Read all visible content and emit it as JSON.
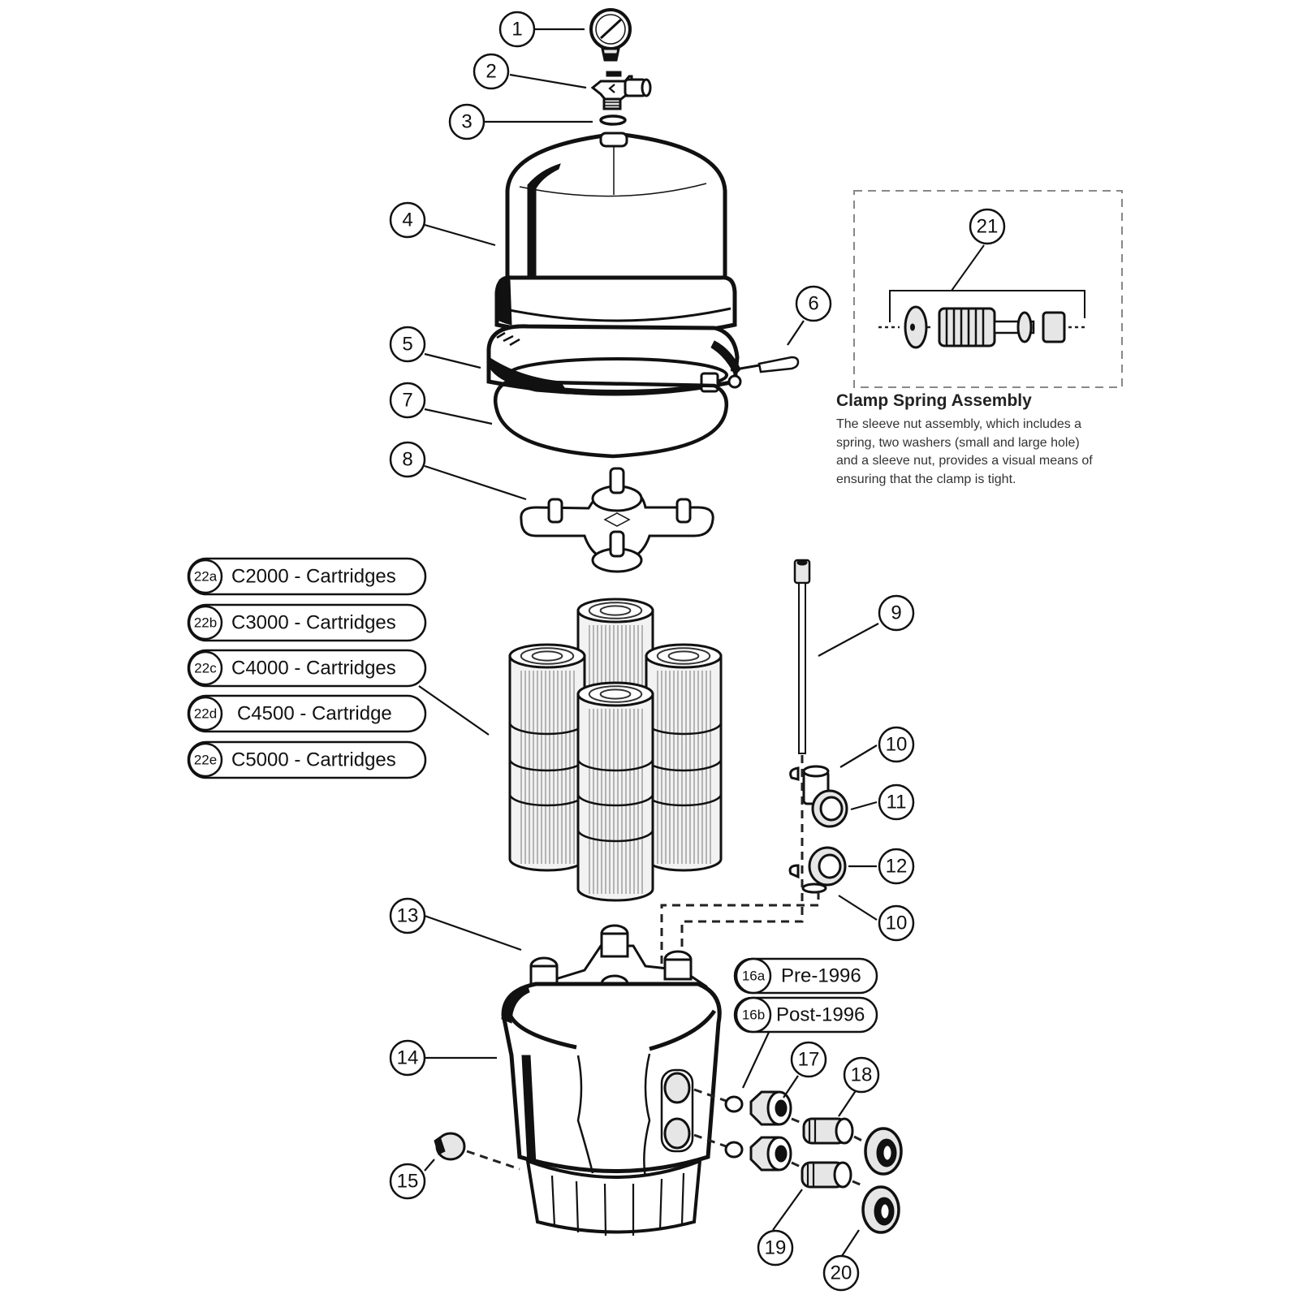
{
  "diagram": {
    "type": "exploded-parts-diagram",
    "subject": "Cartridge pool filter assembly",
    "callouts": [
      {
        "id": "1",
        "part": "pressure-gauge"
      },
      {
        "id": "2",
        "part": "air-relief-valve"
      },
      {
        "id": "3",
        "part": "o-ring"
      },
      {
        "id": "4",
        "part": "tank-lid"
      },
      {
        "id": "5",
        "part": "clamp-band"
      },
      {
        "id": "6",
        "part": "clamp-bolt"
      },
      {
        "id": "7",
        "part": "tank-o-ring"
      },
      {
        "id": "8",
        "part": "cartridge-manifold"
      },
      {
        "id": "9",
        "part": "air-bleed-tube"
      },
      {
        "id": "10",
        "part": "o-ring-upper"
      },
      {
        "id": "11",
        "part": "elbow-fitting"
      },
      {
        "id": "12",
        "part": "elbow-fitting-lower"
      },
      {
        "id": "10",
        "part": "o-ring-lower"
      },
      {
        "id": "13",
        "part": "manifold-base"
      },
      {
        "id": "14",
        "part": "tank-body"
      },
      {
        "id": "15",
        "part": "drain-plug"
      },
      {
        "id": "17",
        "part": "bulkhead-fitting"
      },
      {
        "id": "18",
        "part": "union-tailpiece"
      },
      {
        "id": "19",
        "part": "union-tailpiece-lower"
      },
      {
        "id": "20",
        "part": "union-nut"
      },
      {
        "id": "21",
        "part": "clamp-spring-assembly"
      }
    ],
    "cartridge_options": [
      {
        "id": "22a",
        "label": "C2000 - Cartridges"
      },
      {
        "id": "22b",
        "label": "C3000 - Cartridges"
      },
      {
        "id": "22c",
        "label": "C4000 - Cartridges"
      },
      {
        "id": "22d",
        "label": "C4500 - Cartridge"
      },
      {
        "id": "22e",
        "label": "C5000 - Cartridges"
      }
    ],
    "o_ring_options": [
      {
        "id": "16a",
        "label": "Pre-1996"
      },
      {
        "id": "16b",
        "label": "Post-1996"
      }
    ]
  },
  "note": {
    "title": "Clamp Spring Assembly",
    "body": "The sleeve nut assembly, which includes a spring, two washers (small and large hole) and a sleeve nut, provides a visual means of ensuring that the clamp is tight."
  }
}
